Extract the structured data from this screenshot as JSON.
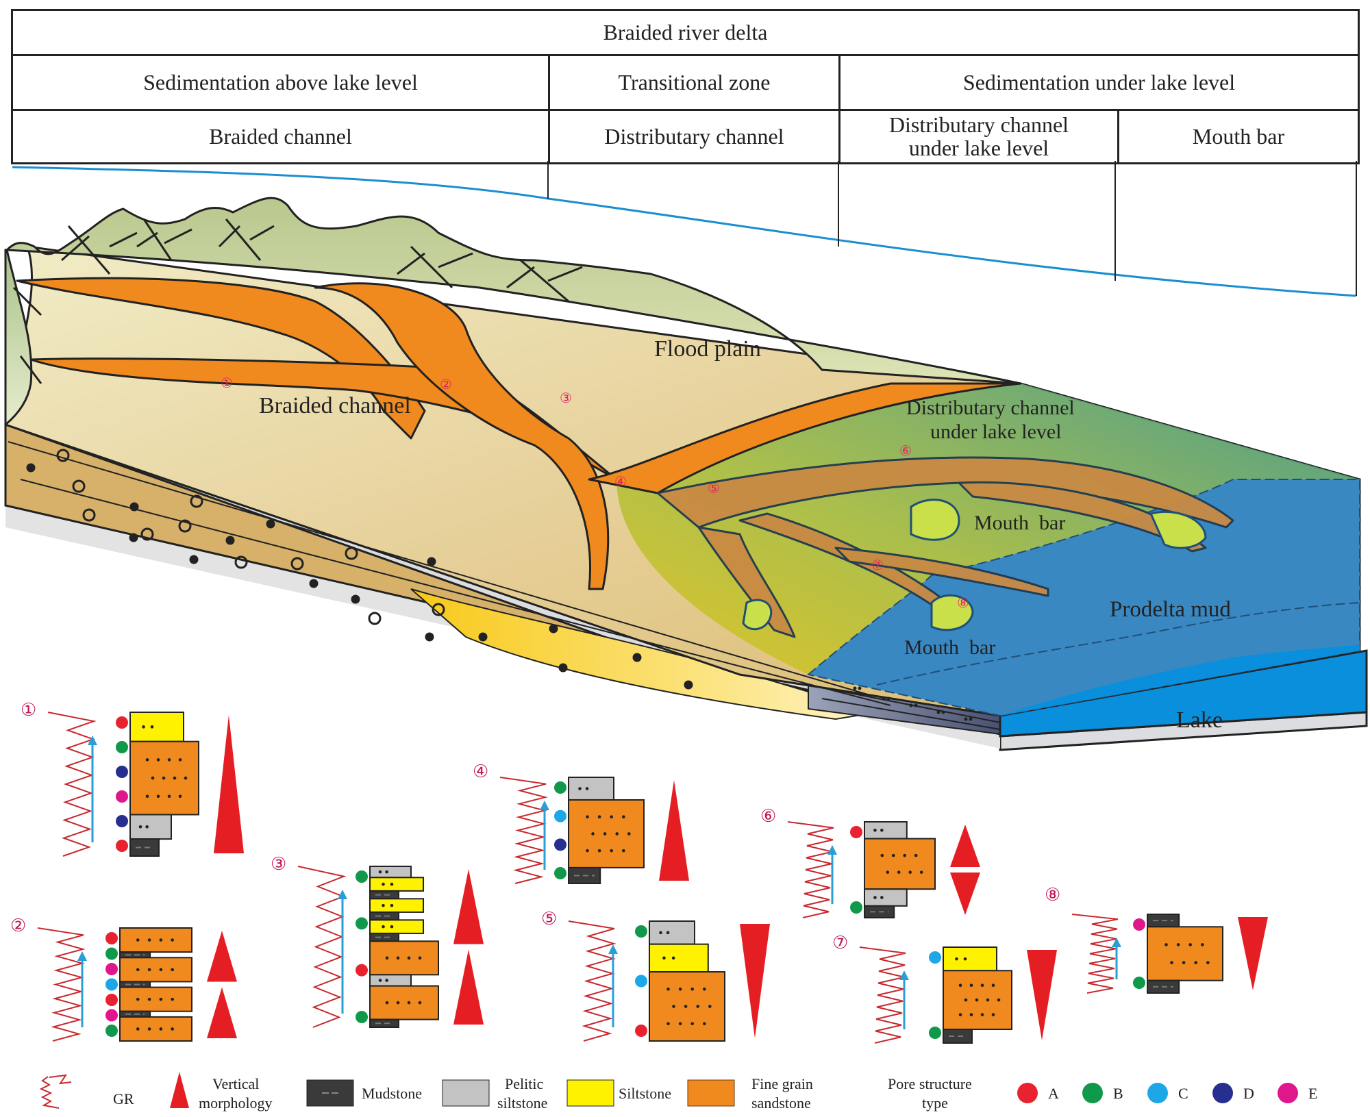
{
  "header_table": {
    "row1": {
      "title": "Braided river delta"
    },
    "row2": {
      "above": "Sedimentation above lake level",
      "transitional": "Transitional zone",
      "under": "Sedimentation under lake level"
    },
    "row3": {
      "braided": "Braided channel",
      "distributary": "Distributary channel",
      "distributary_under_line1": "Distributary channel",
      "distributary_under_line2": "under lake level",
      "mouth_bar": "Mouth bar"
    }
  },
  "block_diagram": {
    "labels": {
      "flood_plain": "Flood plain",
      "braided_channel": "Braided channel",
      "distributary_under_line1": "Distributary channel",
      "distributary_under_line2": "under lake level",
      "mouth_bar_upper": "Mouth  bar",
      "mouth_bar_lower": "Mouth  bar",
      "prodelta_mud": "Prodelta mud",
      "lake": "Lake"
    },
    "markers": [
      "①",
      "②",
      "③",
      "④",
      "⑤",
      "⑥",
      "⑦",
      "⑧"
    ]
  },
  "logs": [
    {
      "id": "①",
      "lithology_top_to_bottom": [
        "Siltstone",
        "Fine grain sandstone",
        "Pelitic siltstone",
        "Mudstone"
      ],
      "pore_types": [
        "A",
        "B",
        "D",
        "E",
        "D",
        "A"
      ],
      "vertical_morphology": [
        "upward-narrowing"
      ]
    },
    {
      "id": "②",
      "lithology_top_to_bottom": [
        "Fine grain sandstone",
        "Mudstone",
        "Fine grain sandstone",
        "Mudstone",
        "Fine grain sandstone",
        "Mudstone",
        "Fine grain sandstone"
      ],
      "pore_types": [
        "A",
        "B",
        "E",
        "C",
        "A",
        "E",
        "B"
      ],
      "vertical_morphology": [
        "upward-narrowing",
        "upward-narrowing"
      ]
    },
    {
      "id": "③",
      "lithology_top_to_bottom": [
        "Pelitic siltstone",
        "Siltstone",
        "Mudstone",
        "Siltstone",
        "Mudstone",
        "Siltstone",
        "Mudstone",
        "Fine grain sandstone",
        "Pelitic siltstone",
        "Fine grain sandstone",
        "Mudstone"
      ],
      "pore_types": [
        "B",
        "B",
        "A",
        "B"
      ],
      "vertical_morphology": [
        "upward-narrowing",
        "upward-narrowing"
      ]
    },
    {
      "id": "④",
      "lithology_top_to_bottom": [
        "Pelitic siltstone",
        "Fine grain sandstone",
        "Mudstone"
      ],
      "pore_types": [
        "B",
        "C",
        "D",
        "B"
      ],
      "vertical_morphology": [
        "upward-narrowing"
      ]
    },
    {
      "id": "⑤",
      "lithology_top_to_bottom": [
        "Pelitic siltstone",
        "Siltstone",
        "Fine grain sandstone"
      ],
      "pore_types": [
        "B",
        "C",
        "A"
      ],
      "vertical_morphology": [
        "upward-widening"
      ]
    },
    {
      "id": "⑥",
      "lithology_top_to_bottom": [
        "Pelitic siltstone",
        "Fine grain sandstone",
        "Pelitic siltstone",
        "Mudstone"
      ],
      "pore_types": [
        "A",
        "B"
      ],
      "vertical_morphology": [
        "upward-narrowing",
        "upward-widening"
      ]
    },
    {
      "id": "⑦",
      "lithology_top_to_bottom": [
        "Siltstone",
        "Fine grain sandstone",
        "Mudstone"
      ],
      "pore_types": [
        "C",
        "B"
      ],
      "vertical_morphology": [
        "upward-widening"
      ]
    },
    {
      "id": "⑧",
      "lithology_top_to_bottom": [
        "Mudstone",
        "Fine grain sandstone",
        "Mudstone"
      ],
      "pore_types": [
        "E",
        "B"
      ],
      "vertical_morphology": [
        "upward-widening"
      ]
    }
  ],
  "legend": {
    "gr": "GR",
    "vertical_morphology_line1": "Vertical",
    "vertical_morphology_line2": "morphology",
    "mudstone": "Mudstone",
    "pelitic_siltstone_line1": "Pelitic",
    "pelitic_siltstone_line2": "siltstone",
    "siltstone": "Siltstone",
    "fine_sandstone_line1": "Fine grain",
    "fine_sandstone_line2": "sandstone",
    "pore_structure_line1": "Pore structure",
    "pore_structure_line2": "type",
    "pore_types": [
      {
        "label": "A",
        "color": "#e8232f"
      },
      {
        "label": "B",
        "color": "#10994a"
      },
      {
        "label": "C",
        "color": "#1ea7e6"
      },
      {
        "label": "D",
        "color": "#262f8f"
      },
      {
        "label": "E",
        "color": "#e0168c"
      }
    ]
  },
  "colors": {
    "sandstone": "#f08a1e",
    "siltstone": "#fff200",
    "pelitic_siltstone": "#c3c3c3",
    "mudstone": "#3a3a3a",
    "triangle": "#e51e24",
    "gr_curve": "#c8282e",
    "arrow": "#2a9fd6",
    "lake": "#0a8fdc",
    "lake_level_line": "#1a8fd0"
  }
}
